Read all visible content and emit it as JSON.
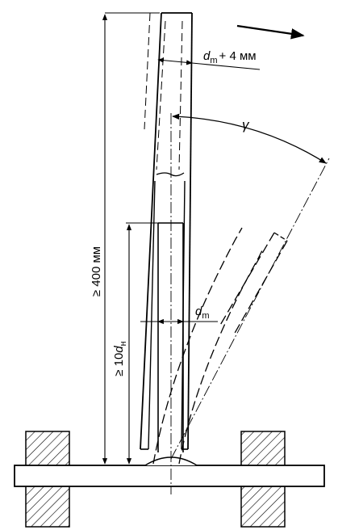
{
  "labels": {
    "width_label_main": "d",
    "width_label_sub": "m",
    "width_label_suffix": "+ 4 мм",
    "angle_label": "γ",
    "length_label": "≥ 400 мм",
    "depth_label_prefix": "≥ 10",
    "depth_label_main": "d",
    "depth_label_sub": "н",
    "rod_label_main": "d",
    "rod_label_sub": "m"
  }
}
